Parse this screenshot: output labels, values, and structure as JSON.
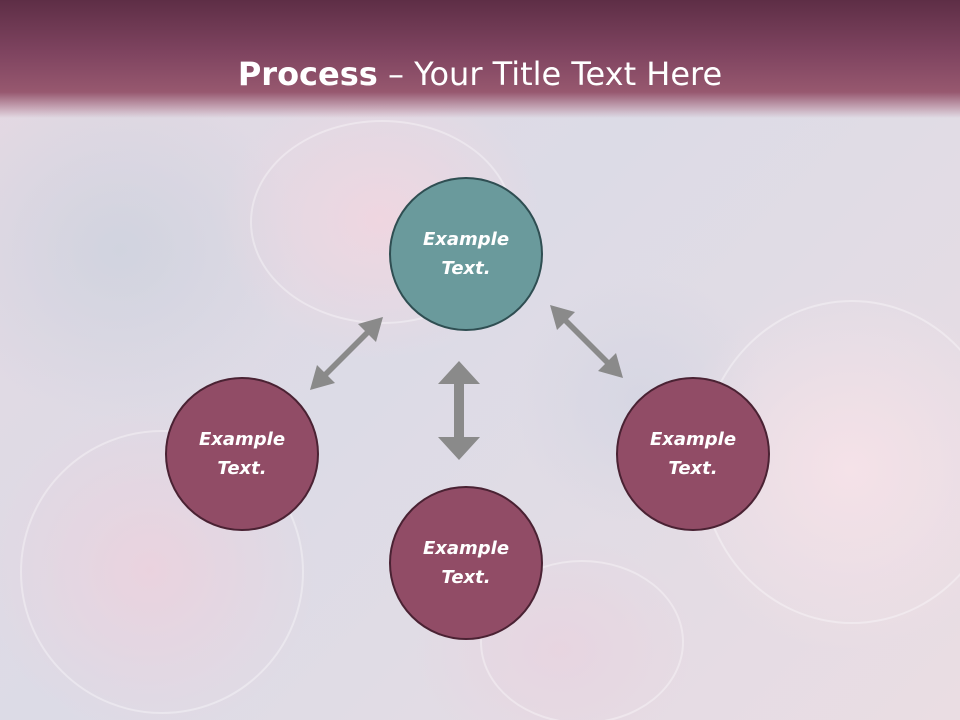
{
  "title": {
    "bold": "Process",
    "separator": " – ",
    "rest": "Your Title Text Here"
  },
  "nodes": {
    "top": {
      "line1": "Example",
      "line2": "Text."
    },
    "left": {
      "line1": "Example",
      "line2": "Text."
    },
    "right": {
      "line1": "Example",
      "line2": "Text."
    },
    "bottom": {
      "line1": "Example",
      "line2": "Text."
    }
  },
  "colors": {
    "header": "#7f4460",
    "node_primary": "#6a9a9c",
    "node_secondary": "#914c66",
    "arrow": "#8a8a8a"
  }
}
